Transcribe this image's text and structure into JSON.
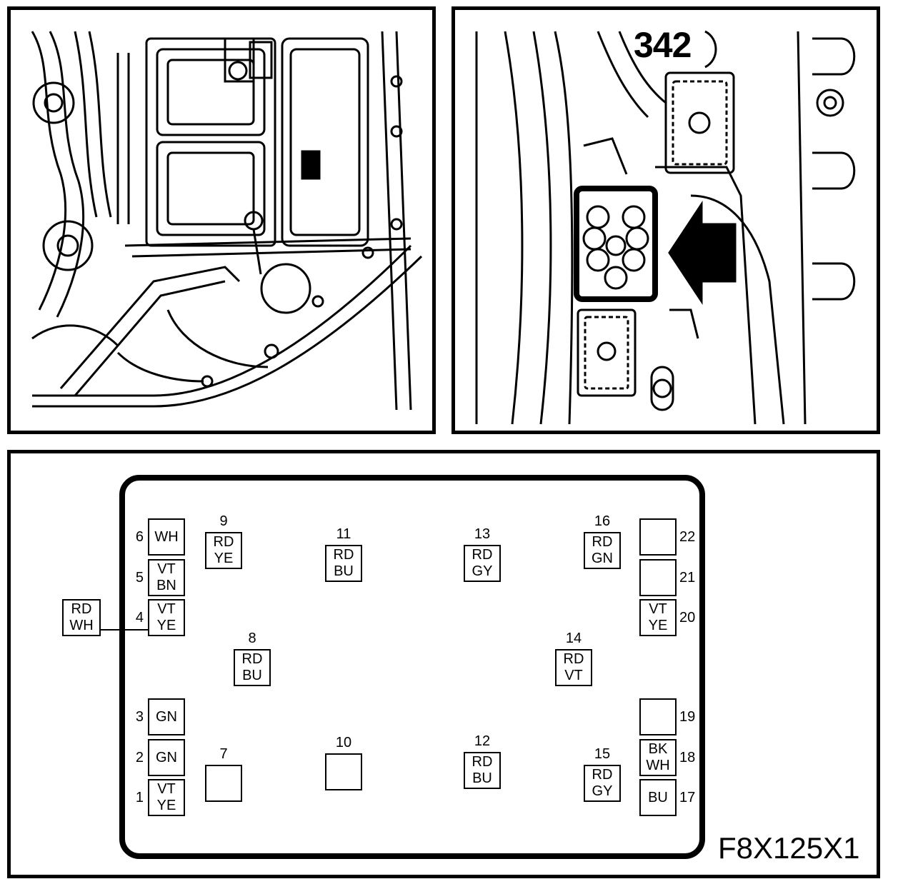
{
  "photo_left": {
    "content": "engine-compartment-illustration"
  },
  "photo_right": {
    "label": "342",
    "arrow": "arrow-left-icon"
  },
  "pinout": {
    "figure_code": "F8X125X1",
    "external_wire": {
      "label": "RD\nWH",
      "connects_to_pin": "4"
    },
    "pins": [
      {
        "num": "1",
        "color": "VT\nYE"
      },
      {
        "num": "2",
        "color": "GN"
      },
      {
        "num": "3",
        "color": "GN"
      },
      {
        "num": "4",
        "color": "VT\nYE"
      },
      {
        "num": "5",
        "color": "VT\nBN"
      },
      {
        "num": "6",
        "color": "WH"
      },
      {
        "num": "7",
        "color": ""
      },
      {
        "num": "8",
        "color": "RD\nBU"
      },
      {
        "num": "9",
        "color": "RD\nYE"
      },
      {
        "num": "10",
        "color": ""
      },
      {
        "num": "11",
        "color": "RD\nBU"
      },
      {
        "num": "12",
        "color": "RD\nBU"
      },
      {
        "num": "13",
        "color": "RD\nGY"
      },
      {
        "num": "14",
        "color": "RD\nVT"
      },
      {
        "num": "15",
        "color": "RD\nGY"
      },
      {
        "num": "16",
        "color": "RD\nGN"
      },
      {
        "num": "17",
        "color": "BU"
      },
      {
        "num": "18",
        "color": "BK\nWH"
      },
      {
        "num": "19",
        "color": ""
      },
      {
        "num": "20",
        "color": "VT\nYE"
      },
      {
        "num": "21",
        "color": ""
      },
      {
        "num": "22",
        "color": ""
      }
    ]
  }
}
